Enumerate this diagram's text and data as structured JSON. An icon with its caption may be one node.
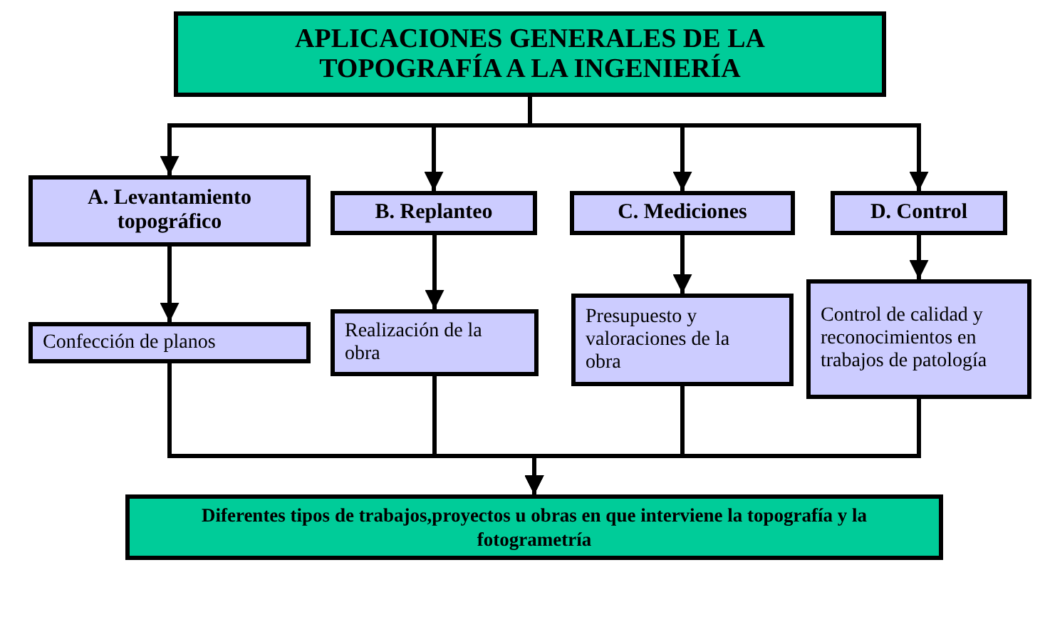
{
  "diagram": {
    "nodes": [
      {
        "text": [
          "APLICACIONES GENERALES DE LA TOPOGRAFÍA A LA INGENIERÍA"
        ]
      },
      {
        "text": [
          "A. Levantamiento topográfico"
        ]
      },
      {
        "text": [
          "B. Replanteo"
        ]
      },
      {
        "text": [
          "C. Mediciones"
        ]
      },
      {
        "text": [
          "D. Control"
        ]
      },
      {
        "text": [
          "Confección de planos"
        ]
      },
      {
        "text": [
          "Realización de la obra"
        ]
      },
      {
        "text": [
          "Presupuesto y valoraciones de la obra"
        ]
      },
      {
        "text": [
          "Control de calidad y reconocimientos en trabajos de patología"
        ]
      },
      {
        "text": [
          "Diferentes tipos de trabajos,proyectos u obras en que interviene la topografía y la fotogrametría"
        ]
      }
    ],
    "edges": [
      {
        "from": 0,
        "to": 1,
        "arrow": "to"
      },
      {
        "from": 0,
        "to": 2,
        "arrow": "to"
      },
      {
        "from": 0,
        "to": 3,
        "arrow": "to"
      },
      {
        "from": 0,
        "to": 4,
        "arrow": "to"
      },
      {
        "from": 1,
        "to": 5,
        "arrow": "to"
      },
      {
        "from": 2,
        "to": 6,
        "arrow": "to"
      },
      {
        "from": 3,
        "to": 7,
        "arrow": "to"
      },
      {
        "from": 4,
        "to": 8,
        "arrow": "to"
      },
      {
        "from": 5,
        "to": 9,
        "arrow": "to"
      },
      {
        "from": 6,
        "to": 9,
        "arrow": "to"
      },
      {
        "from": 7,
        "to": 9,
        "arrow": "to"
      },
      {
        "from": 8,
        "to": 9,
        "arrow": "to"
      }
    ]
  }
}
